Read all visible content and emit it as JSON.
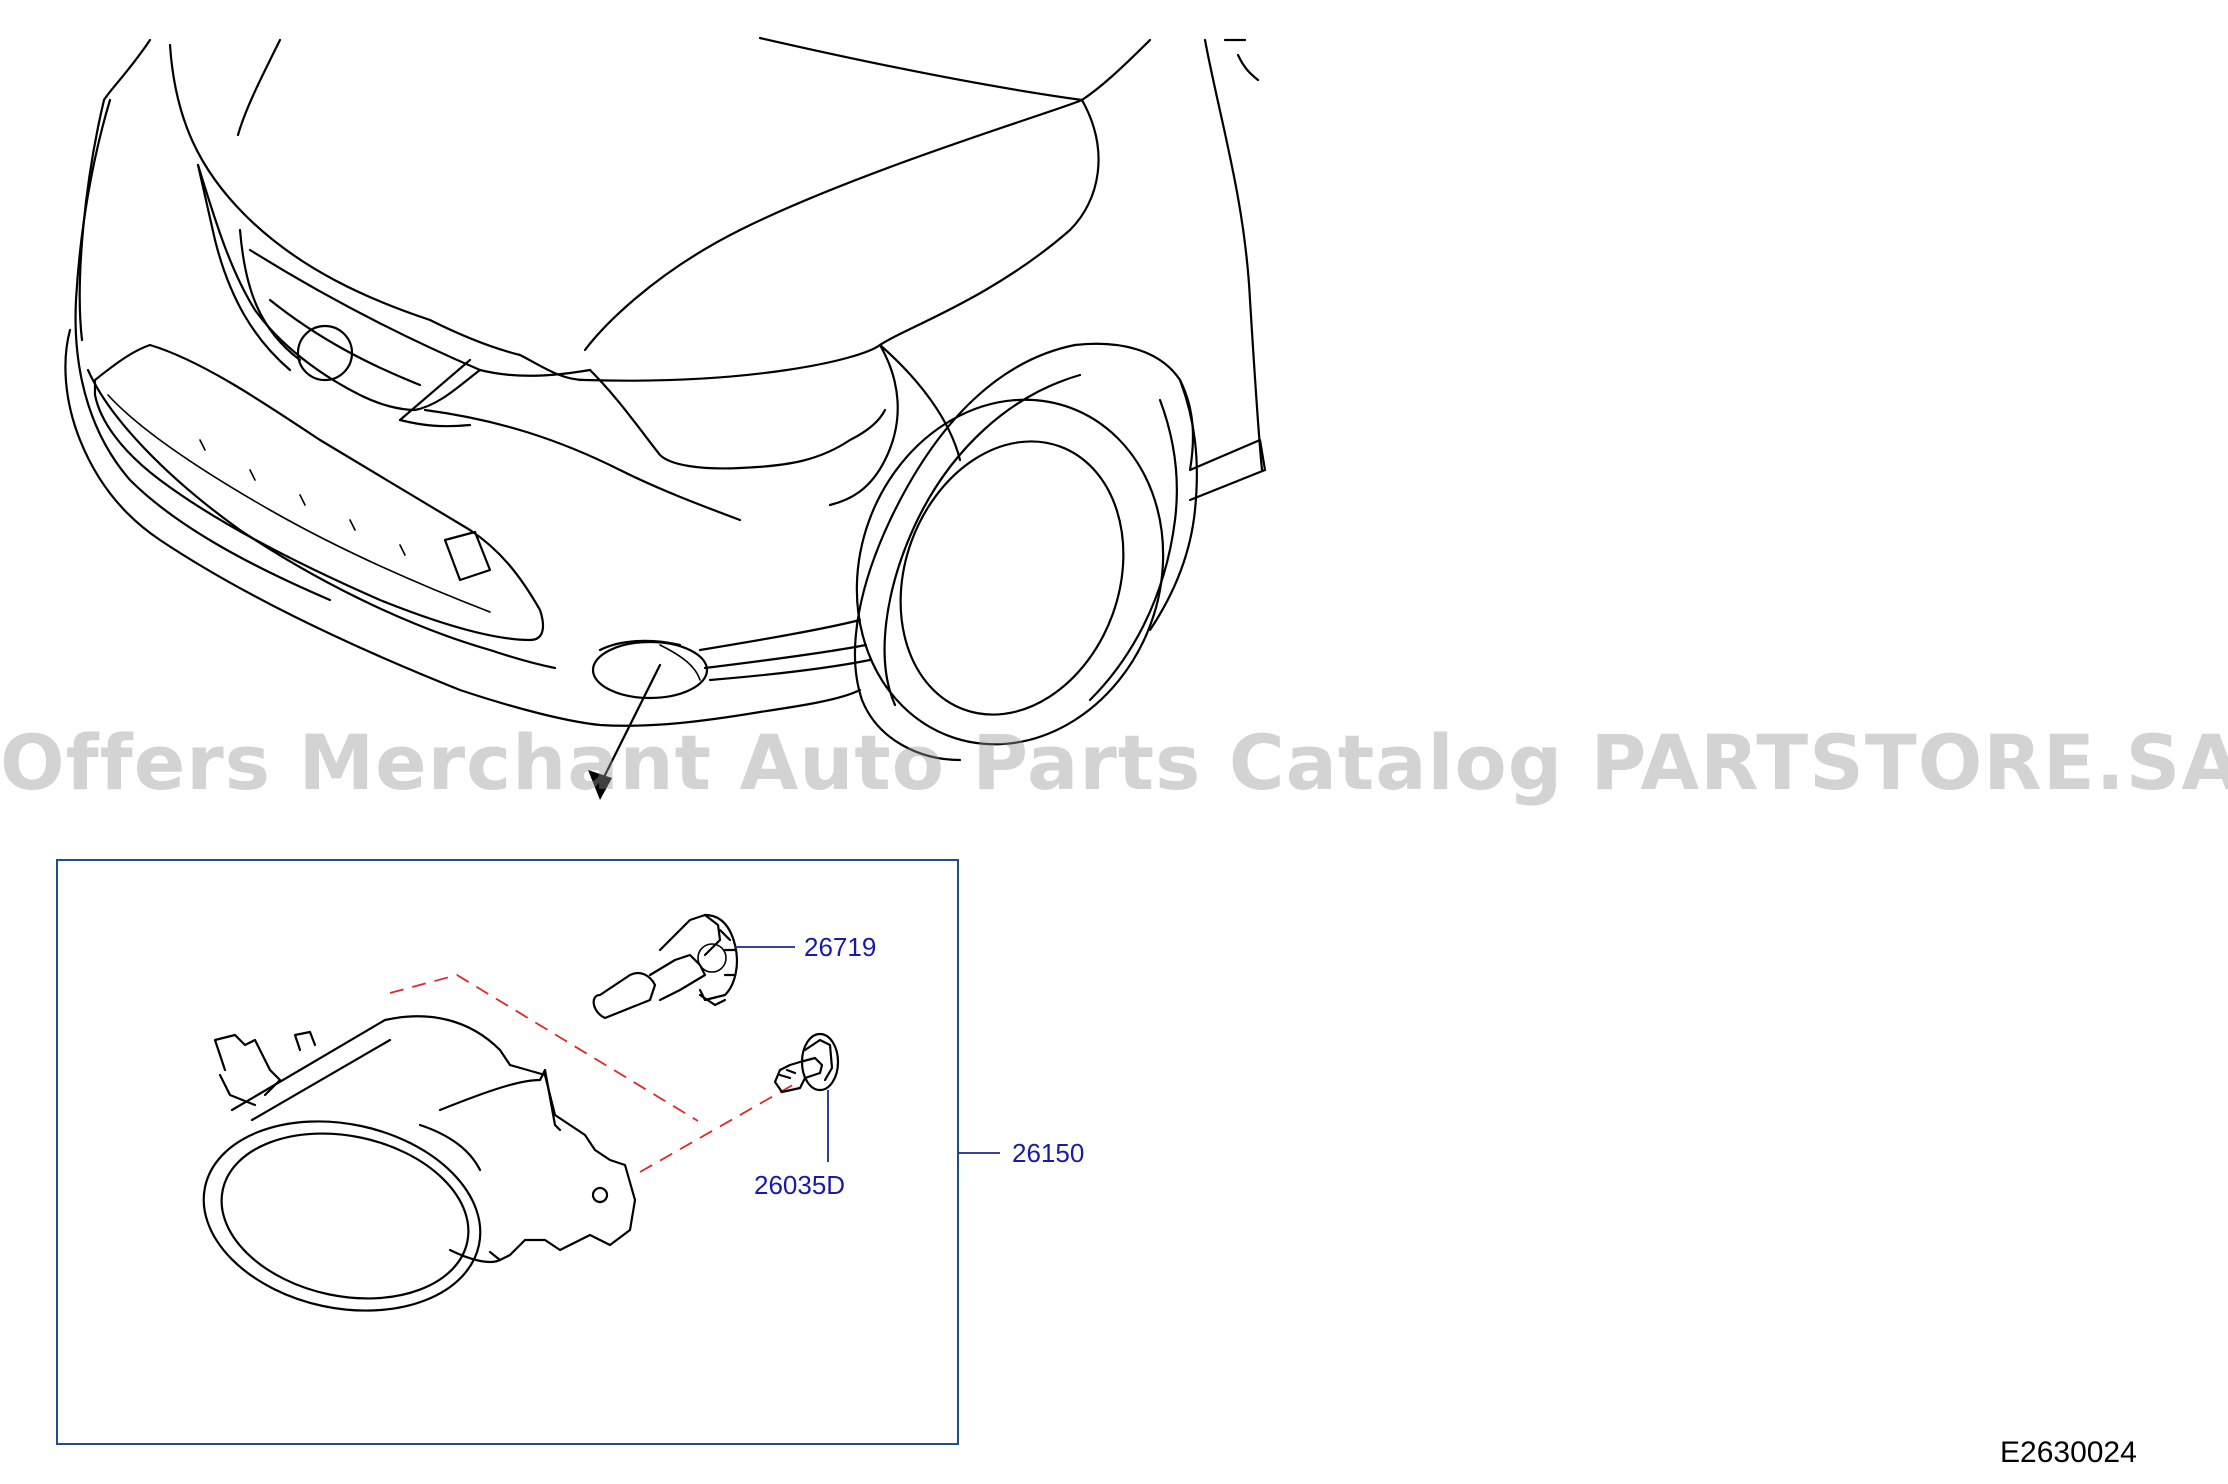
{
  "watermark": "Offers Merchant Auto Parts Catalog PARTSTORE.SA",
  "diagram_code": "E2630024",
  "parts": [
    {
      "number": "26719",
      "icon": "bulb-icon"
    },
    {
      "number": "26035D",
      "icon": "screw-icon"
    },
    {
      "number": "26150",
      "icon": "fog-lamp-assembly-icon"
    }
  ],
  "colors": {
    "callout_text": "#1a1aa8",
    "frame": "#1f4e8c",
    "assembly_dash": "#e0272b",
    "watermark": "#969696"
  }
}
